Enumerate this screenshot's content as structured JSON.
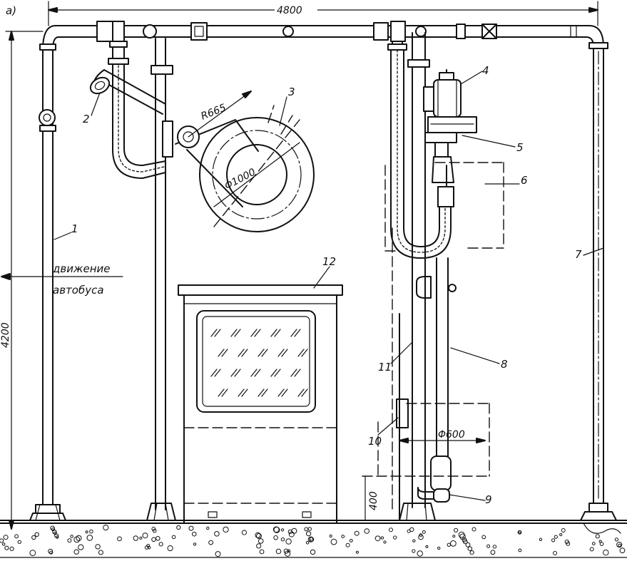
{
  "figure_label": "а)",
  "dimensions": {
    "width_total": "4800",
    "height_total": "4200",
    "radius": "R665",
    "drum_diameter": "Φ1000",
    "lower_diameter": "Φ600",
    "lower_height": "400"
  },
  "caption_line1": "движение",
  "caption_line2": "автобуса",
  "callouts": [
    "1",
    "2",
    "3",
    "4",
    "5",
    "6",
    "7",
    "8",
    "9",
    "10",
    "11",
    "12"
  ]
}
